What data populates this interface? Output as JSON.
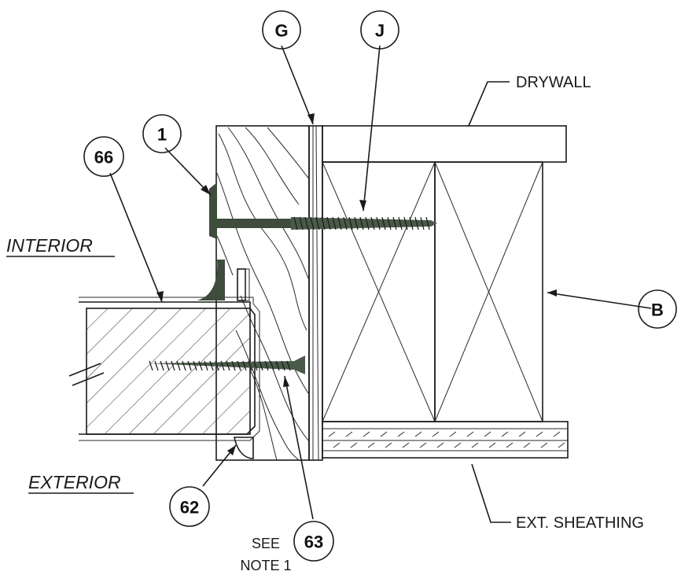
{
  "callouts": {
    "g": "G",
    "j": "J",
    "one": "1",
    "sixty_six": "66",
    "b": "B",
    "sixty_two": "62",
    "sixty_three": "63"
  },
  "labels": {
    "drywall": "DRYWALL",
    "interior": "INTERIOR",
    "exterior": "EXTERIOR",
    "ext_sheathing": "EXT. SHEATHING",
    "see": "SEE",
    "note": "NOTE 1"
  },
  "colors": {
    "line": "#1a1a1a",
    "sealant": "#3e4d3c",
    "screw": "#4a5a48",
    "background": "#ffffff"
  }
}
